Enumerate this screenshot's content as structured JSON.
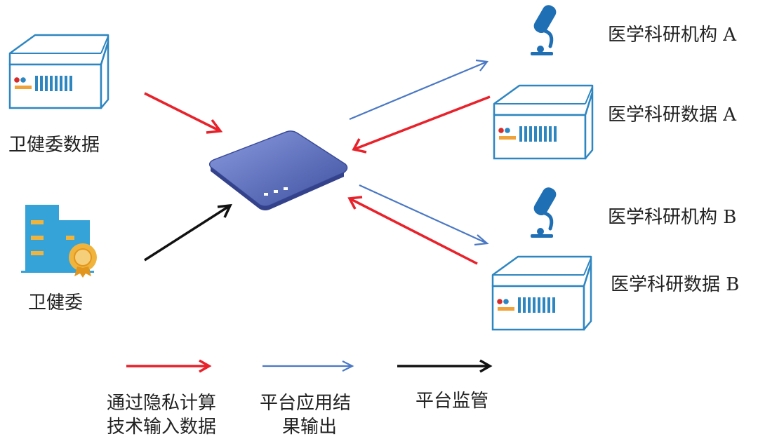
{
  "colors": {
    "input_arrow": "#e8212a",
    "output_arrow": "#4a78c4",
    "supervision_arrow": "#111111",
    "device_outline": "#2e86c1",
    "platform_fill": "#4559a6",
    "building": "#36a3d8",
    "badge": "#f0b43c",
    "microscope": "#1f6fb5"
  },
  "nodes": {
    "health_commission_data": {
      "label": "卫健委数据",
      "icon": "server-icon"
    },
    "health_commission": {
      "label": "卫健委",
      "icon": "building-icon"
    },
    "platform": {
      "icon": "platform-device-icon"
    },
    "institution_a": {
      "label": "医学科研机构 A",
      "icon": "microscope-icon"
    },
    "research_data_a": {
      "label": "医学科研数据 A",
      "icon": "server-icon"
    },
    "institution_b": {
      "label": "医学科研机构 B",
      "icon": "microscope-icon"
    },
    "research_data_b": {
      "label": "医学科研数据 B",
      "icon": "server-icon"
    }
  },
  "legend": [
    {
      "type": "input",
      "line1": "通过隐私计算",
      "line2": "技术输入数据"
    },
    {
      "type": "output",
      "line1": "平台应用结",
      "line2": "果输出"
    },
    {
      "type": "supervision",
      "line1": "平台监管",
      "line2": ""
    }
  ]
}
